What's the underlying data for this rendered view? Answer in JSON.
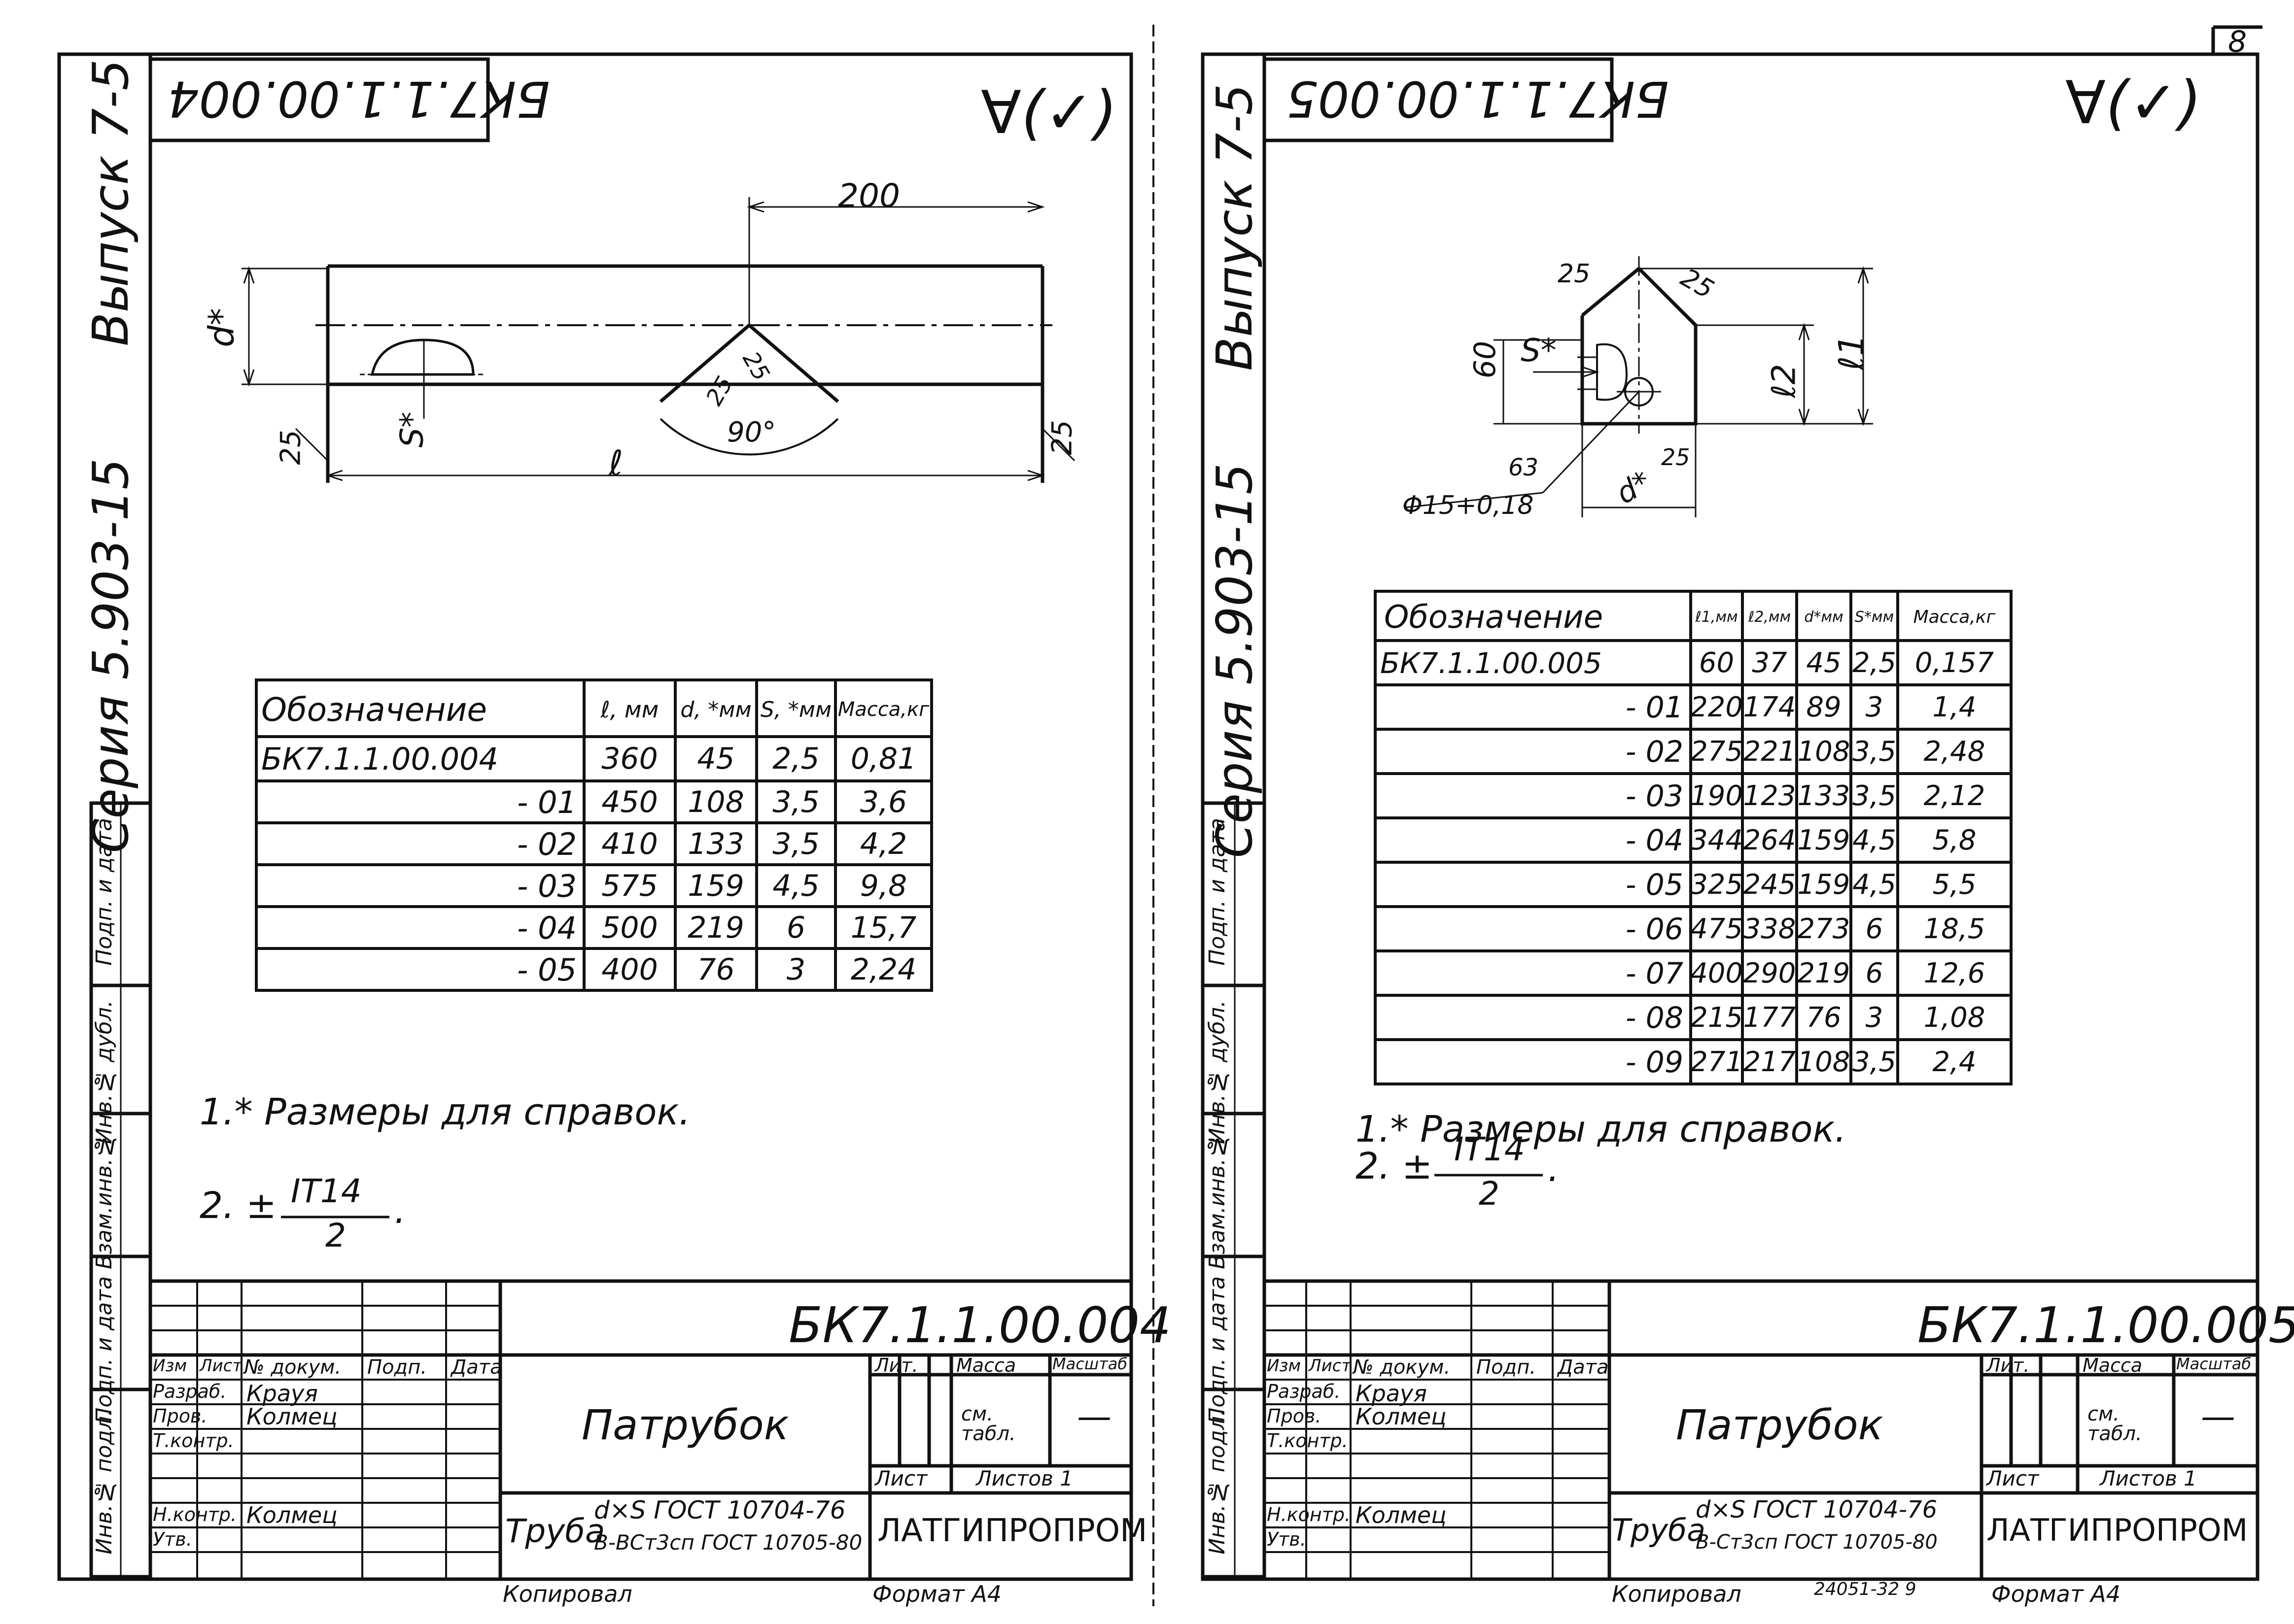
{
  "sheet_number": "8",
  "left": {
    "doc_mirrored": "БК7.1.1.00.004",
    "roughness": "∀(✓)",
    "side": {
      "vypusk": "Выпуск 7-5",
      "seria": "Серия 5.903-15"
    },
    "side_cols": [
      "Инв.№ подл.",
      "Подп. и дата",
      "Взам.инв.№",
      "Инв.№ дубл.",
      "Подп. и дата"
    ],
    "drawing": {
      "dim_200": "200",
      "dim_d": "d*",
      "dim_s": "S*",
      "dim_l": "ℓ",
      "dim_25a": "25",
      "dim_25b": "25",
      "dim_25c": "25",
      "dim_25d": "25",
      "angle": "90°"
    },
    "table": {
      "headers": [
        "Обозначение",
        "ℓ, мм",
        "d, *мм",
        "S, *мм",
        "Масса,кг"
      ],
      "rows": [
        [
          "БК7.1.1.00.004",
          "360",
          "45",
          "2,5",
          "0,81"
        ],
        [
          "- 01",
          "450",
          "108",
          "3,5",
          "3,6"
        ],
        [
          "- 02",
          "410",
          "133",
          "3,5",
          "4,2"
        ],
        [
          "- 03",
          "575",
          "159",
          "4,5",
          "9,8"
        ],
        [
          "- 04",
          "500",
          "219",
          "6",
          "15,7"
        ],
        [
          "- 05",
          "400",
          "76",
          "3",
          "2,24"
        ]
      ]
    },
    "notes": {
      "n1": "1.* Размеры для справок.",
      "n2_prefix": "2. ±",
      "n2_num": "IT14",
      "n2_den": "2",
      "n2_end": "."
    },
    "title_block": {
      "code": "БК7.1.1.00.004",
      "name": "Патрубок",
      "header_cells": [
        "Изм",
        "Лист",
        "№ докум.",
        "Подп.",
        "Дата"
      ],
      "roles": [
        "Разраб.",
        "Пров.",
        "Т.контр.",
        "",
        "Н.контр.",
        "Утв."
      ],
      "names": [
        "Крауя",
        "Колмец",
        "",
        "",
        "Колмец",
        ""
      ],
      "lit": "Лит.",
      "massa": "Масса",
      "masshtab": "Масштаб",
      "massa_val": "см. табл.",
      "masshtab_val": "—",
      "list": "Лист",
      "listov": "Листов 1",
      "material_prefix": "Труба",
      "material_top": "d×S ГОСТ 10704-76",
      "material_bottom": "В-ВСт3сп ГОСТ 10705-80",
      "org": "ЛАТГИПРОПРОМ",
      "kopiroval": "Копировал",
      "format": "Формат А4"
    }
  },
  "right": {
    "doc_mirrored": "БК7.1.1.00.005",
    "roughness": "∀(✓)",
    "side": {
      "vypusk": "Выпуск 7-5",
      "seria": "Серия 5.903-15"
    },
    "side_cols": [
      "Инв.№ подл.",
      "Подп. и дата",
      "Взам.инв.№",
      "Инв.№ дубл.",
      "Подп. и дата"
    ],
    "drawing": {
      "dim_60": "60",
      "dim_s": "S*",
      "dim_l1": "ℓ1",
      "dim_l2": "ℓ2",
      "dim_d": "d*",
      "dim_phi": "Φ15+0,18",
      "dim_63": "63",
      "dim_25a": "25",
      "dim_25b": "25",
      "dim_25c": "25"
    },
    "table": {
      "headers": [
        "Обозначение",
        "ℓ1,мм",
        "ℓ2,мм",
        "d*мм",
        "S*мм",
        "Масса,кг"
      ],
      "rows": [
        [
          "БК7.1.1.00.005",
          "60",
          "37",
          "45",
          "2,5",
          "0,157"
        ],
        [
          "- 01",
          "220",
          "174",
          "89",
          "3",
          "1,4"
        ],
        [
          "- 02",
          "275",
          "221",
          "108",
          "3,5",
          "2,48"
        ],
        [
          "- 03",
          "190",
          "123",
          "133",
          "3,5",
          "2,12"
        ],
        [
          "- 04",
          "344",
          "264",
          "159",
          "4,5",
          "5,8"
        ],
        [
          "- 05",
          "325",
          "245",
          "159",
          "4,5",
          "5,5"
        ],
        [
          "- 06",
          "475",
          "338",
          "273",
          "6",
          "18,5"
        ],
        [
          "- 07",
          "400",
          "290",
          "219",
          "6",
          "12,6"
        ],
        [
          "- 08",
          "215",
          "177",
          "76",
          "3",
          "1,08"
        ],
        [
          "- 09",
          "271",
          "217",
          "108",
          "3,5",
          "2,4"
        ]
      ]
    },
    "notes": {
      "n1": "1.* Размеры для справок.",
      "n2_prefix": "2. ±",
      "n2_num": "IT14",
      "n2_den": "2",
      "n2_end": "."
    },
    "title_block": {
      "code": "БК7.1.1.00.005",
      "name": "Патрубок",
      "header_cells": [
        "Изм",
        "Лист",
        "№ докум.",
        "Подп.",
        "Дата"
      ],
      "roles": [
        "Разраб.",
        "Пров.",
        "Т.контр.",
        "",
        "Н.контр.",
        "Утв."
      ],
      "names": [
        "Крауя",
        "Колмец",
        "",
        "",
        "Колмец",
        ""
      ],
      "lit": "Лит.",
      "massa": "Масса",
      "masshtab": "Масштаб",
      "massa_val": "см. табл.",
      "masshtab_val": "—",
      "list": "Лист",
      "listov": "Листов 1",
      "material_prefix": "Труба",
      "material_top": "d×S ГОСТ 10704-76",
      "material_bottom": "В-Ст3сп ГОСТ 10705-80",
      "org": "ЛАТГИПРОПРОМ",
      "kopiroval": "Копировал",
      "inv_no": "24051-32 9",
      "format": "Формат А4"
    }
  }
}
